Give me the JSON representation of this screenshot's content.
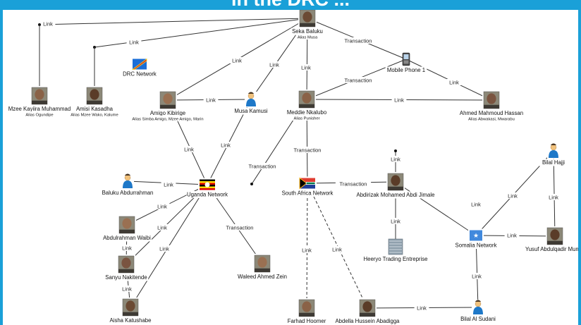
{
  "header": {
    "title": "in the DRC ..."
  },
  "nodes": [
    {
      "id": "seka",
      "name": "Seka Baluku",
      "alias": "Alias Musa",
      "kind": "photo"
    },
    {
      "id": "mzee",
      "name": "Mzee Kayiira Muhammad",
      "alias": "Alias Ogundipe",
      "kind": "photo"
    },
    {
      "id": "amisi",
      "name": "Amisi Kasadha",
      "alias": "Alias Mzee Wako, Kalume",
      "kind": "photo"
    },
    {
      "id": "drc",
      "name": "DRC Network",
      "alias": "",
      "kind": "flag-drc"
    },
    {
      "id": "amigo",
      "name": "Amigo Kibirige",
      "alias": "Alias Simba Amigo, Mzee Amigo, Marin",
      "kind": "photo"
    },
    {
      "id": "musa",
      "name": "Musa Kamusi",
      "alias": "",
      "kind": "person"
    },
    {
      "id": "meddie",
      "name": "Meddie Nkalubo",
      "alias": "Alias Punisher",
      "kind": "photo"
    },
    {
      "id": "phone",
      "name": "Mobile Phone 1",
      "alias": "",
      "kind": "phone"
    },
    {
      "id": "ahmed",
      "name": "Ahmed Mahmoud Hassan",
      "alias": "Alias Abwakasi, Mwarabu",
      "kind": "photo"
    },
    {
      "id": "baluku",
      "name": "Baluku Abdurrahman",
      "alias": "",
      "kind": "person"
    },
    {
      "id": "uganda",
      "name": "Uganda Network",
      "alias": "",
      "kind": "flag-uganda"
    },
    {
      "id": "sa",
      "name": "South Africa Network",
      "alias": "",
      "kind": "flag-sa"
    },
    {
      "id": "abdirizak",
      "name": "Abdirizak Mohamed Abdi Jimale",
      "alias": "",
      "kind": "photo"
    },
    {
      "id": "hajji",
      "name": "Bilal Hajji",
      "alias": "",
      "kind": "person"
    },
    {
      "id": "waibi",
      "name": "Abdulrahman Waibi",
      "alias": "",
      "kind": "photo"
    },
    {
      "id": "heeryo",
      "name": "Heeryo Trading Entreprise",
      "alias": "",
      "kind": "building"
    },
    {
      "id": "somalia",
      "name": "Somalia Network",
      "alias": "",
      "kind": "flag-somalia"
    },
    {
      "id": "yusuf",
      "name": "Yusuf Abdulqadir Mumin",
      "alias": "",
      "kind": "photo"
    },
    {
      "id": "sanyu",
      "name": "Sanyu Nakitende",
      "alias": "",
      "kind": "photo"
    },
    {
      "id": "waleed",
      "name": "Waleed Ahmed Zein",
      "alias": "",
      "kind": "photo"
    },
    {
      "id": "aisha",
      "name": "Aisha Katushabe",
      "alias": "",
      "kind": "photo"
    },
    {
      "id": "farhad",
      "name": "Farhad Hoomer",
      "alias": "",
      "kind": "photo"
    },
    {
      "id": "abdella",
      "name": "Abdella Hussein Abadigga",
      "alias": "",
      "kind": "photo"
    },
    {
      "id": "sudani",
      "name": "Bilal Al Sudani",
      "alias": "",
      "kind": "person"
    }
  ],
  "edges": [
    {
      "from": "seka",
      "to": "j_mzee",
      "label": "Link",
      "style": "solid"
    },
    {
      "from": "seka",
      "to": "j_amisi",
      "label": "Link",
      "style": "solid"
    },
    {
      "from": "seka",
      "to": "amigo",
      "label": "Link",
      "style": "solid"
    },
    {
      "from": "seka",
      "to": "musa",
      "label": "Link",
      "style": "solid"
    },
    {
      "from": "seka",
      "to": "meddie",
      "label": "Link",
      "style": "solid"
    },
    {
      "from": "seka",
      "to": "phone",
      "label": "Transaction",
      "style": "solid"
    },
    {
      "from": "amigo",
      "to": "musa",
      "label": "Link",
      "style": "solid"
    },
    {
      "from": "meddie",
      "to": "phone",
      "label": "Transaction",
      "style": "solid"
    },
    {
      "from": "meddie",
      "to": "ahmed",
      "label": "Link",
      "style": "solid"
    },
    {
      "from": "phone",
      "to": "ahmed",
      "label": "Link",
      "style": "solid"
    },
    {
      "from": "amigo",
      "to": "uganda",
      "label": "Link",
      "style": "solid"
    },
    {
      "from": "musa",
      "to": "uganda",
      "label": "Link",
      "style": "solid"
    },
    {
      "from": "meddie",
      "to": "j_ug",
      "label": "Transaction",
      "style": "solid"
    },
    {
      "from": "meddie",
      "to": "sa",
      "label": "Transaction",
      "style": "solid"
    },
    {
      "from": "baluku",
      "to": "uganda",
      "label": "Link",
      "style": "solid"
    },
    {
      "from": "uganda",
      "to": "waibi",
      "label": "Link",
      "style": "solid"
    },
    {
      "from": "uganda",
      "to": "sanyu",
      "label": "Link",
      "style": "solid"
    },
    {
      "from": "uganda",
      "to": "aisha",
      "label": "Link",
      "style": "solid"
    },
    {
      "from": "uganda",
      "to": "waleed",
      "label": "Transaction",
      "style": "solid"
    },
    {
      "from": "waibi",
      "to": "sanyu",
      "label": "Link",
      "style": "solid"
    },
    {
      "from": "sanyu",
      "to": "aisha",
      "label": "Link",
      "style": "solid"
    },
    {
      "from": "sa",
      "to": "abdirizak",
      "label": "Transaction",
      "style": "solid"
    },
    {
      "from": "sa",
      "to": "farhad",
      "label": "Link",
      "style": "dashed"
    },
    {
      "from": "sa",
      "to": "abdella",
      "label": "Link",
      "style": "dashed"
    },
    {
      "from": "abdirizak",
      "to": "heeryo",
      "label": "Link",
      "style": "solid"
    },
    {
      "from": "abdirizak",
      "to": "j_hj",
      "label": "Link",
      "style": "solid"
    },
    {
      "from": "abdirizak",
      "to": "somalia",
      "label": "Link",
      "style": "solid"
    },
    {
      "from": "hajji",
      "to": "somalia",
      "label": "Link",
      "style": "solid"
    },
    {
      "from": "hajji",
      "to": "yusuf",
      "label": "Link",
      "style": "solid"
    },
    {
      "from": "somalia",
      "to": "yusuf",
      "label": "Link",
      "style": "solid"
    },
    {
      "from": "somalia",
      "to": "sudani",
      "label": "Link",
      "style": "solid"
    },
    {
      "from": "abdella",
      "to": "sudani",
      "label": "Link",
      "style": "solid"
    }
  ],
  "colors": {
    "background": "#1aa0d8",
    "canvas": "#ffffff",
    "edge": "#333333",
    "person_shirt": "#1e78c8"
  }
}
